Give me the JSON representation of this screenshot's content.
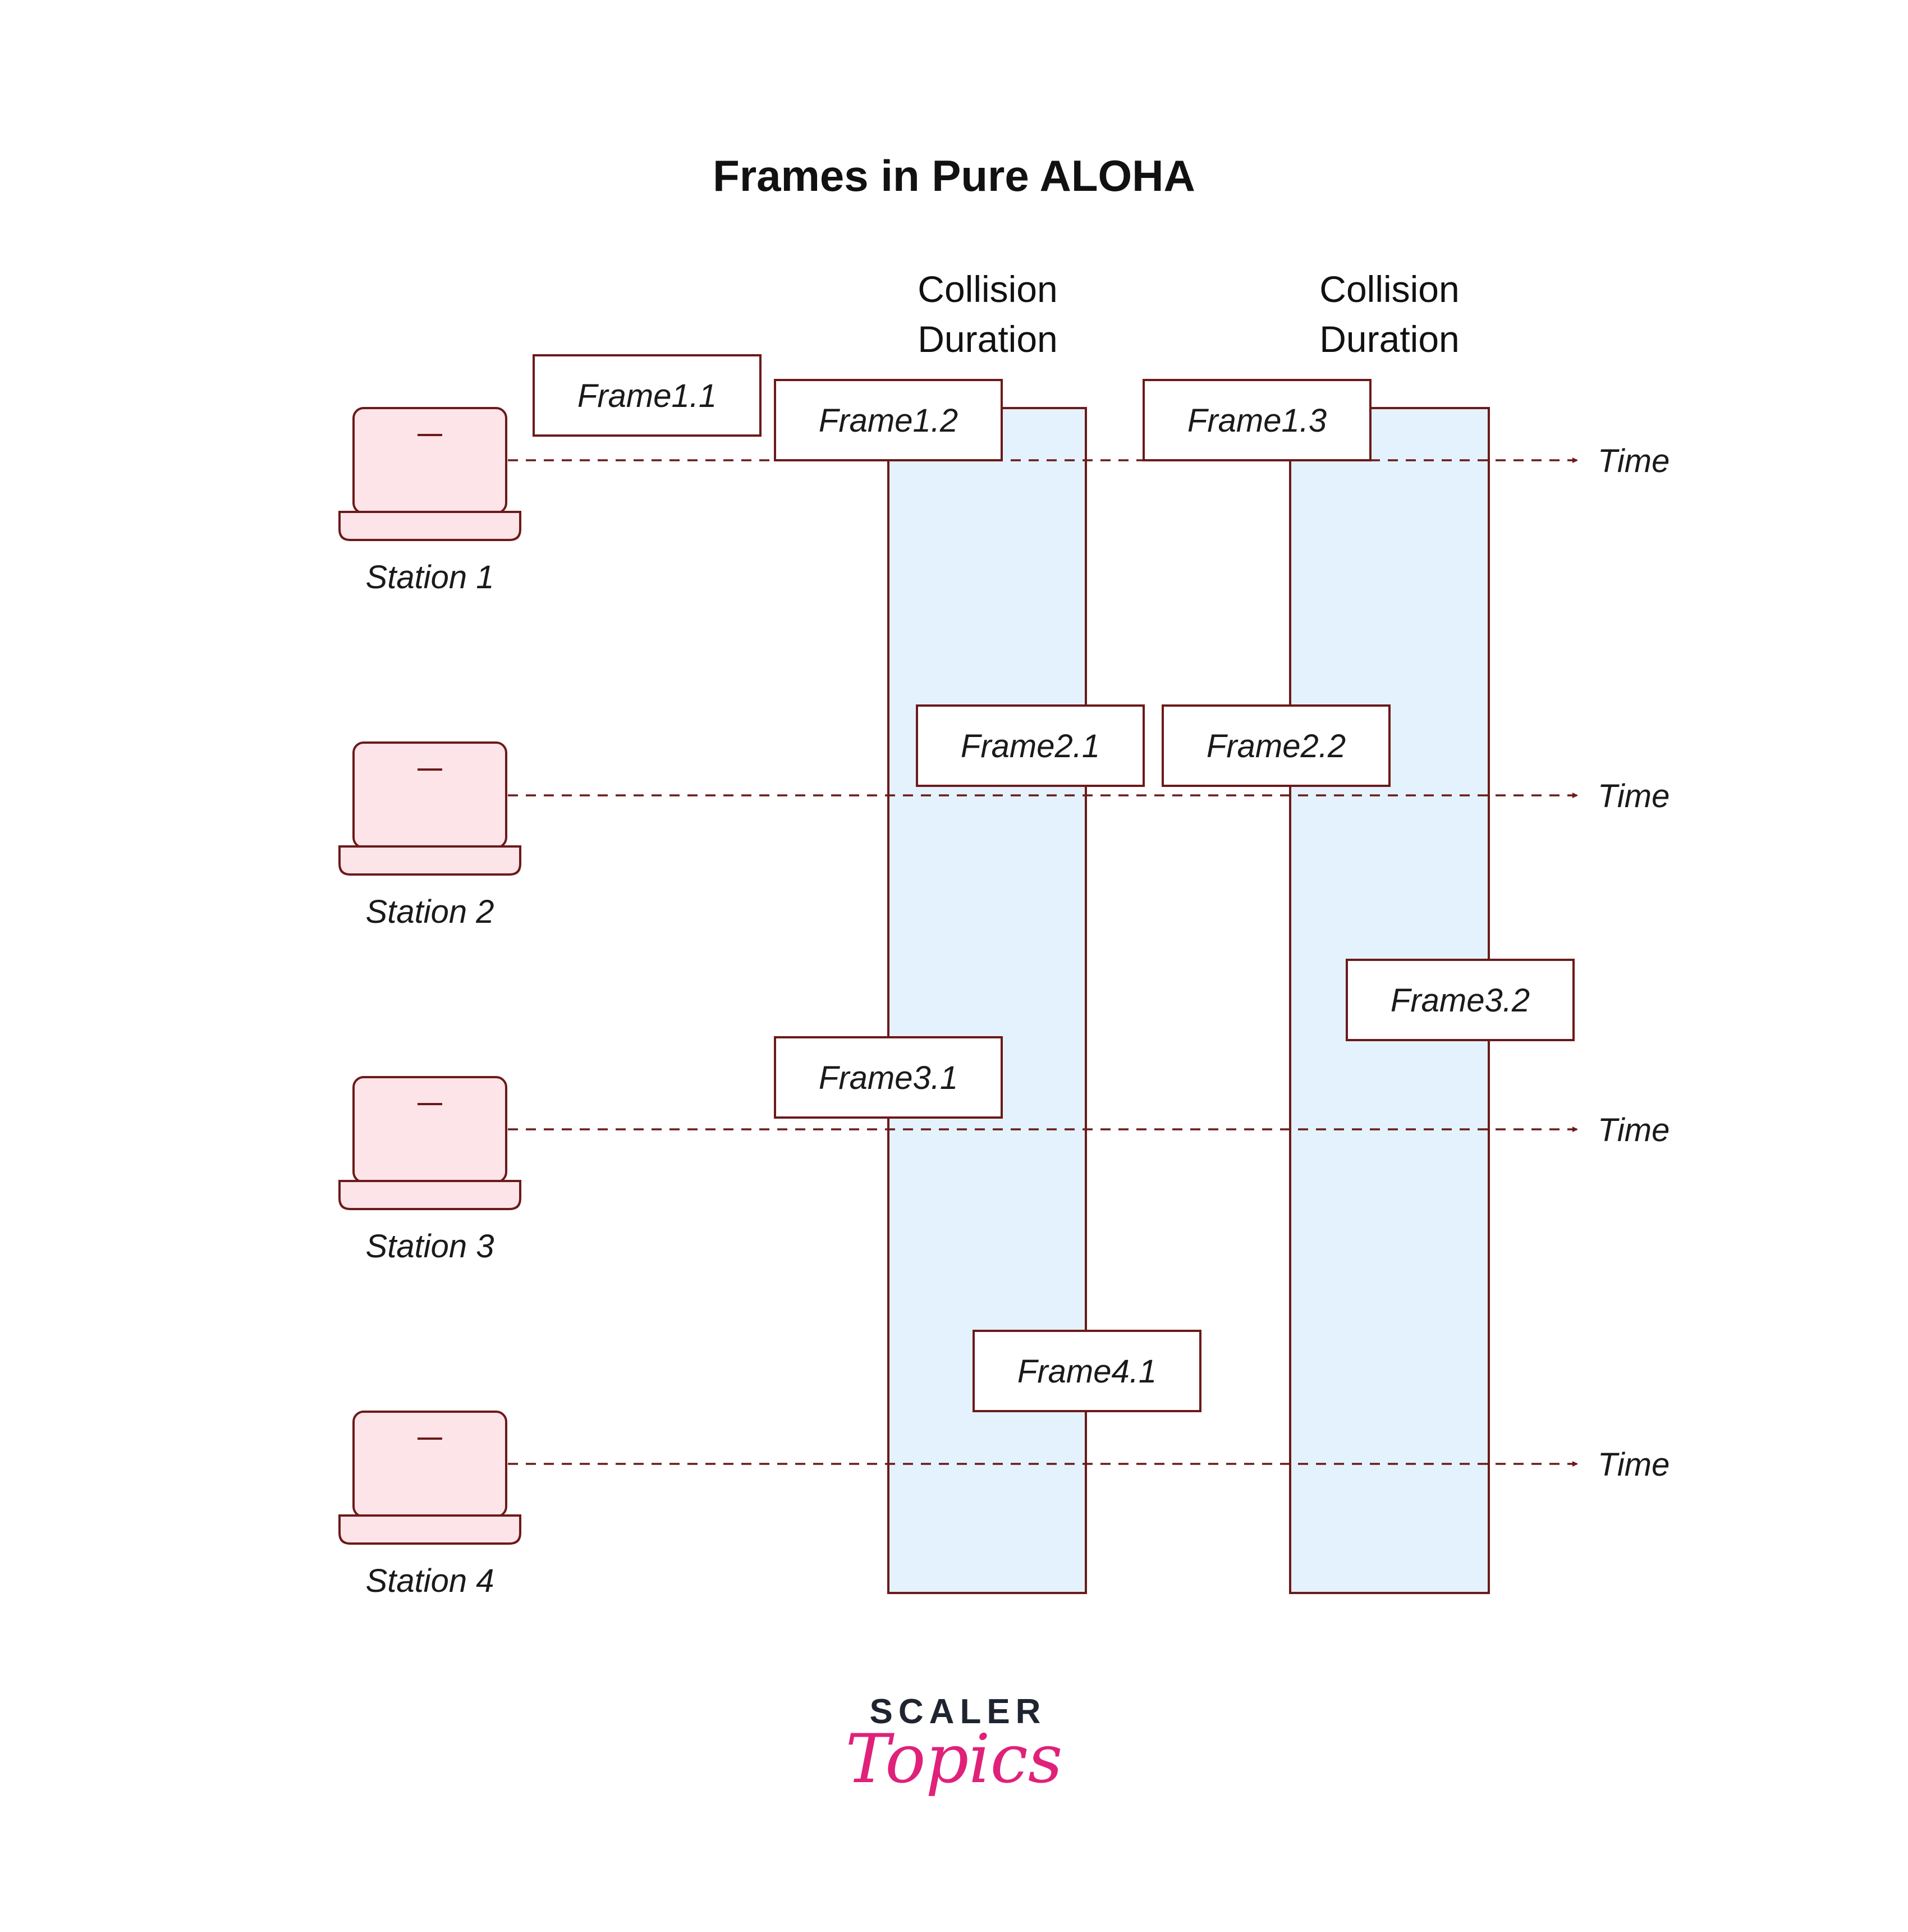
{
  "title": "Frames in Pure ALOHA",
  "collision_labels": [
    {
      "line1": "Collision",
      "line2": "Duration"
    },
    {
      "line1": "Collision",
      "line2": "Duration"
    }
  ],
  "stations": [
    {
      "label": "Station 1",
      "time_label": "Time"
    },
    {
      "label": "Station 2",
      "time_label": "Time"
    },
    {
      "label": "Station 3",
      "time_label": "Time"
    },
    {
      "label": "Station 4",
      "time_label": "Time"
    }
  ],
  "frames": [
    {
      "label": "Frame1.1"
    },
    {
      "label": "Frame1.2"
    },
    {
      "label": "Frame1.3"
    },
    {
      "label": "Frame2.1"
    },
    {
      "label": "Frame2.2"
    },
    {
      "label": "Frame3.1"
    },
    {
      "label": "Frame3.2"
    },
    {
      "label": "Frame4.1"
    }
  ],
  "brand": {
    "line1": "SCALER",
    "line2": "Topics"
  },
  "colors": {
    "stroke": "#6b1a1a",
    "laptop_fill": "#fde4e8",
    "collision_fill": "#e4f2fd",
    "brand_pink": "#e0217a",
    "brand_dark": "#1f2530"
  }
}
